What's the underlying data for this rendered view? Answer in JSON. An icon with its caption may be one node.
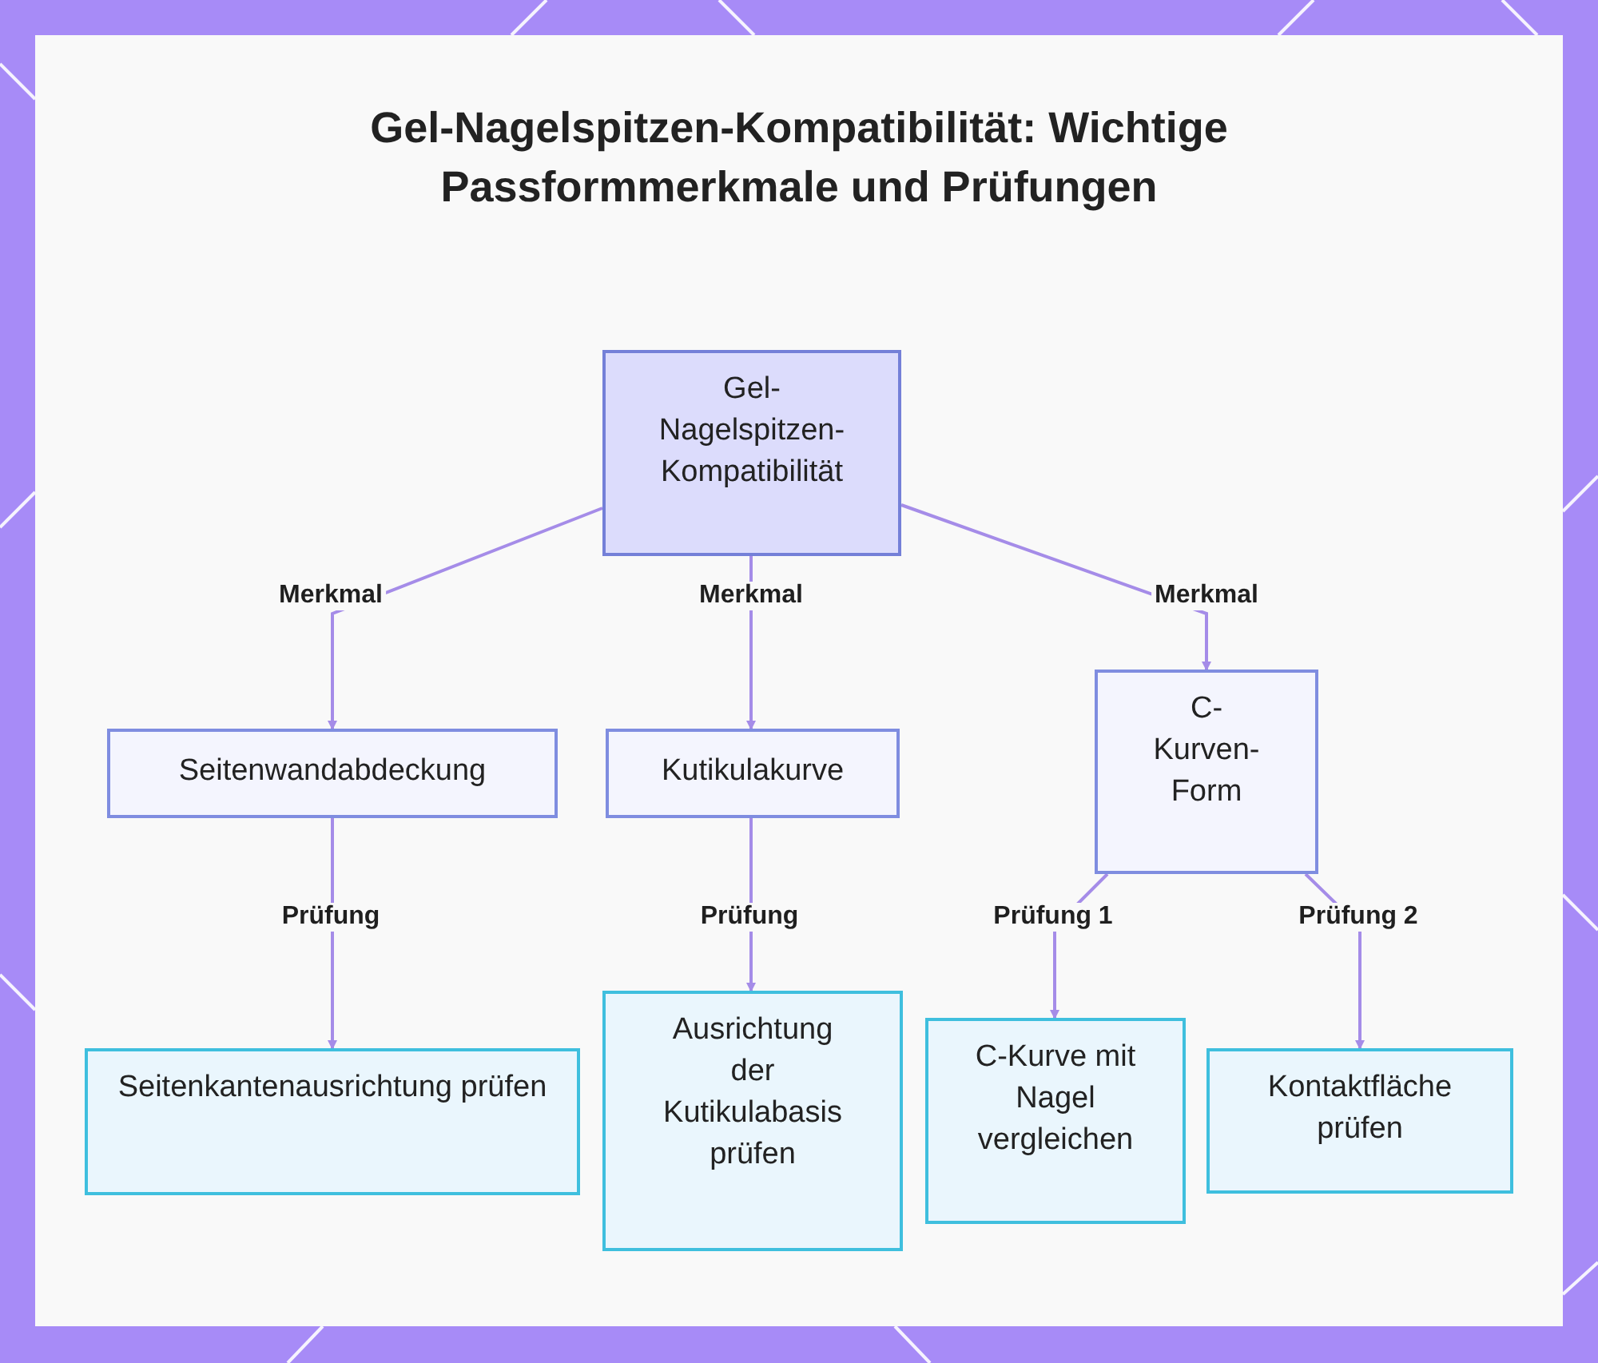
{
  "diagram": {
    "title": "Gel-Nagelspitzen-Kompatibilität: Wichtige Passformmerkmale und Prüfungen",
    "nodes": [
      {
        "text": [
          "Gel-Nagelspitzen-Kompatibilität"
        ]
      },
      {
        "text": [
          "Seitenwandabdeckung"
        ]
      },
      {
        "text": [
          "Kutikulakurve"
        ]
      },
      {
        "text": [
          "C-Kurven-Form"
        ]
      },
      {
        "text": [
          "Seitenkantenausrichtung prüfen"
        ]
      },
      {
        "text": [
          "Ausrichtung der Kutikulabasis prüfen"
        ]
      },
      {
        "text": [
          "C-Kurve mit Nagel vergleichen"
        ]
      },
      {
        "text": [
          "Kontaktfläche prüfen"
        ]
      }
    ],
    "edges": [
      {
        "from": 0,
        "to": 1,
        "arrow": "to",
        "label": "Merkmal"
      },
      {
        "from": 0,
        "to": 2,
        "arrow": "to",
        "label": "Merkmal"
      },
      {
        "from": 0,
        "to": 3,
        "arrow": "to",
        "label": "Merkmal"
      },
      {
        "from": 1,
        "to": 4,
        "arrow": "to",
        "label": "Prüfung"
      },
      {
        "from": 2,
        "to": 5,
        "arrow": "to",
        "label": "Prüfung"
      },
      {
        "from": 3,
        "to": 6,
        "arrow": "to",
        "label": "Prüfung 1"
      },
      {
        "from": 3,
        "to": 7,
        "arrow": "to",
        "label": "Prüfung 2"
      }
    ]
  }
}
